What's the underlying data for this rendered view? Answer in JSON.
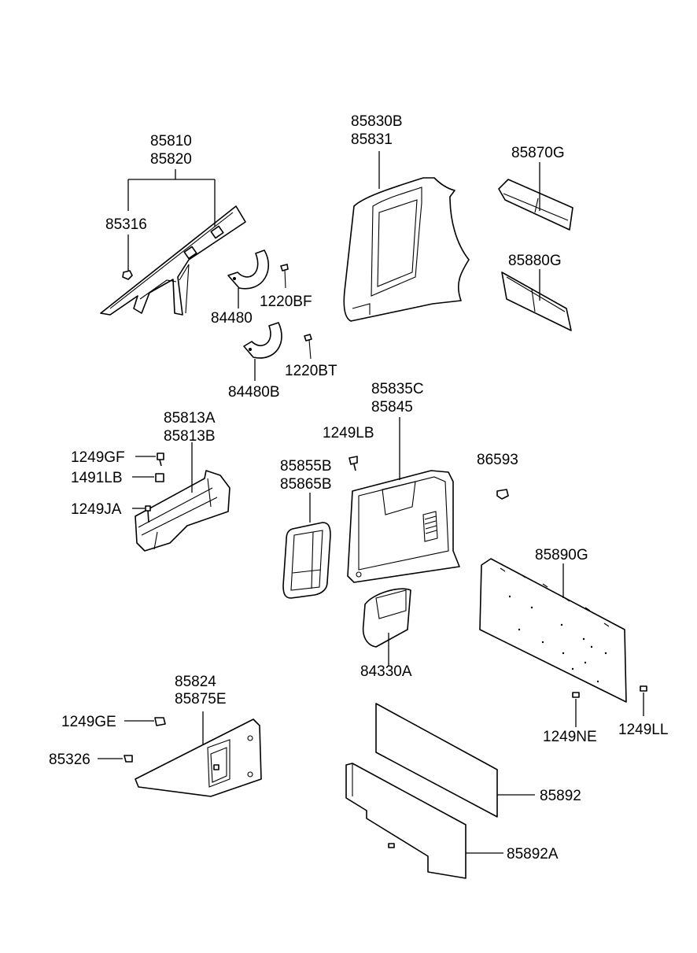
{
  "labels": {
    "p85810": "85810",
    "p85820": "85820",
    "p85316": "85316",
    "p84480": "84480",
    "p1220BF": "1220BF",
    "p84480B": "84480B",
    "p1220BT": "1220BT",
    "p85830B": "85830B",
    "p85831": "85831",
    "p85870G": "85870G",
    "p85880G": "85880G",
    "p85835C": "85835C",
    "p85845": "85845",
    "p1249LB": "1249LB",
    "p86593": "86593",
    "p85813A": "85813A",
    "p85813B": "85813B",
    "p1249GF": "1249GF",
    "p1491LB": "1491LB",
    "p1249JA": "1249JA",
    "p85855B": "85855B",
    "p85865B": "85865B",
    "p85890G": "85890G",
    "p84330A": "84330A",
    "p85824": "85824",
    "p85875E": "85875E",
    "p1249GE": "1249GE",
    "p85326": "85326",
    "p1249NE": "1249NE",
    "p1249LL": "1249LL",
    "p85892": "85892",
    "p85892A": "85892A"
  }
}
